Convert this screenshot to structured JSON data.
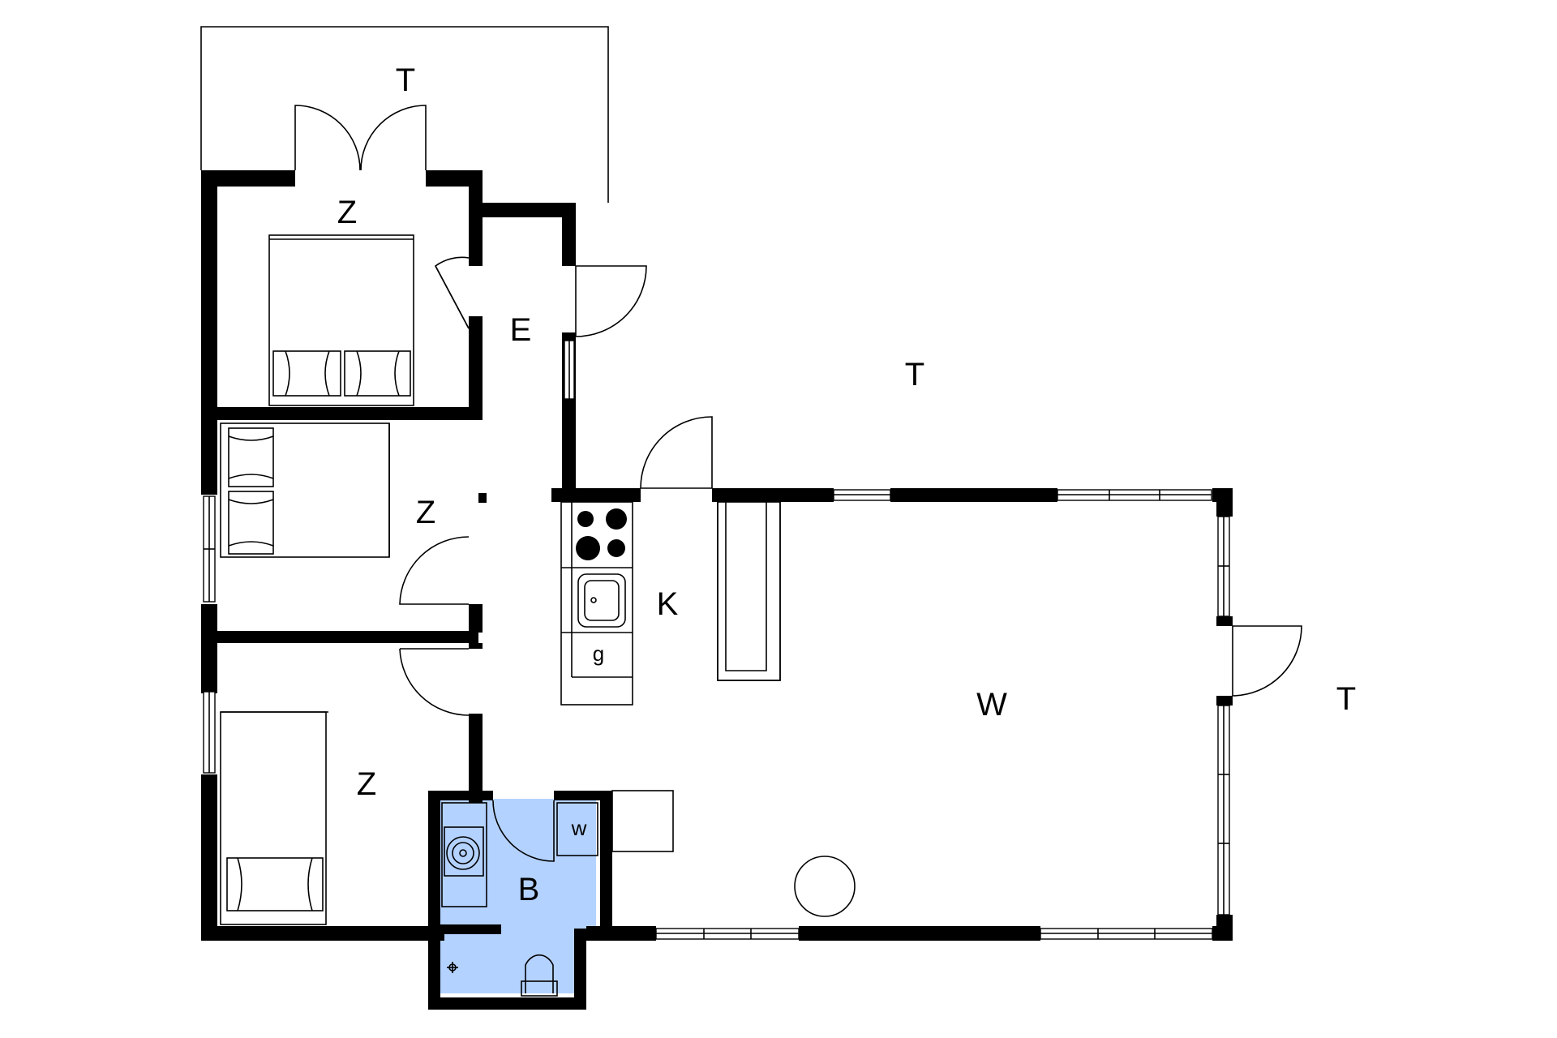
{
  "rooms": {
    "terrace_top": "T",
    "bedroom_1": "Z",
    "entrance": "E",
    "terrace_right": "T",
    "bedroom_2": "Z",
    "kitchen": "K",
    "kitchen_appliance": "g",
    "bedroom_3": "Z",
    "living": "W",
    "terrace_east": "T",
    "washer": "w",
    "bathroom": "B"
  },
  "colors": {
    "wall": "#000000",
    "bathroom_fill": "#b4d2ff",
    "background": "#ffffff"
  }
}
